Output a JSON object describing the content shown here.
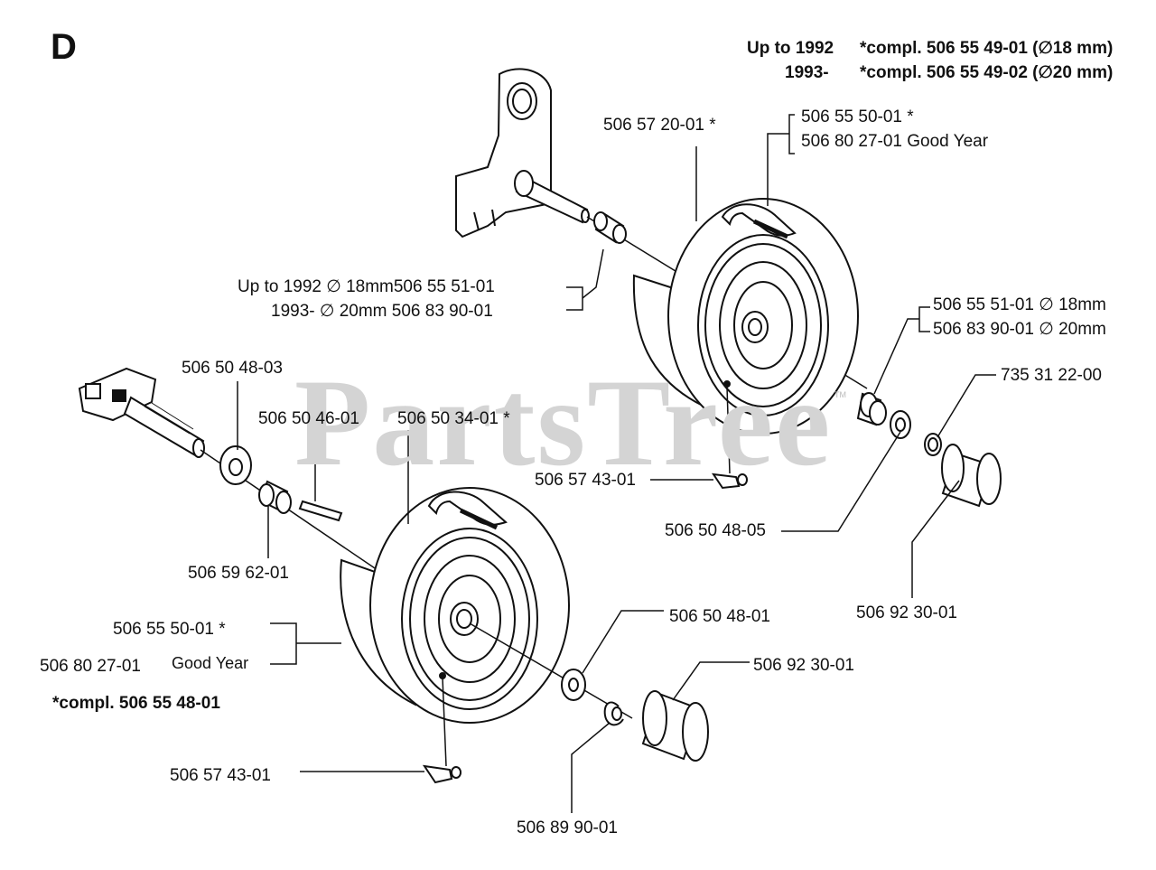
{
  "section_letter": "D",
  "watermark": "PartsTree",
  "watermark_tm": "TM",
  "header": {
    "line1_years": "Up to 1992",
    "line1_part": "*compl. 506 55 49-01 (∅18 mm)",
    "line2_years": "1993-",
    "line2_part": "*compl. 506 55 49-02 (∅20 mm)"
  },
  "labels": {
    "axle_upper": "506 57 20-01 *",
    "tire_upper_std": "506 55 50-01 *",
    "tire_upper_gy": "506 80 27-01 Good Year",
    "bushing_up_to_1992": "Up to 1992 ∅ 18mm506 55 51-01",
    "bushing_1993": "1993- ∅ 20mm 506 83 90-01",
    "bushing_r_18": "506 55 51-01 ∅ 18mm",
    "bushing_r_20": "506 83 90-01 ∅ 20mm",
    "ring_upper": "735 31 22-00",
    "washer_upper_left": "506 50 48-03",
    "key": "506 50 46-01",
    "wheel_lower": "506 50 34-01 *",
    "valve_upper": "506 57 43-01",
    "washer_upper": "506 50 48-05",
    "cap_upper": "506 92 30-01",
    "spacer_lower": "506 59 62-01",
    "tire_lower_std": "506 55 50-01 *",
    "tire_lower_gy_num": "506 80 27-01",
    "tire_lower_gy_name": "Good Year",
    "washer_lower": "506 50 48-01",
    "cap_lower": "506 92 30-01",
    "compl_lower": "*compl. 506 55 48-01",
    "valve_lower": "506 57 43-01",
    "ring_lower": "506 89 90-01"
  }
}
